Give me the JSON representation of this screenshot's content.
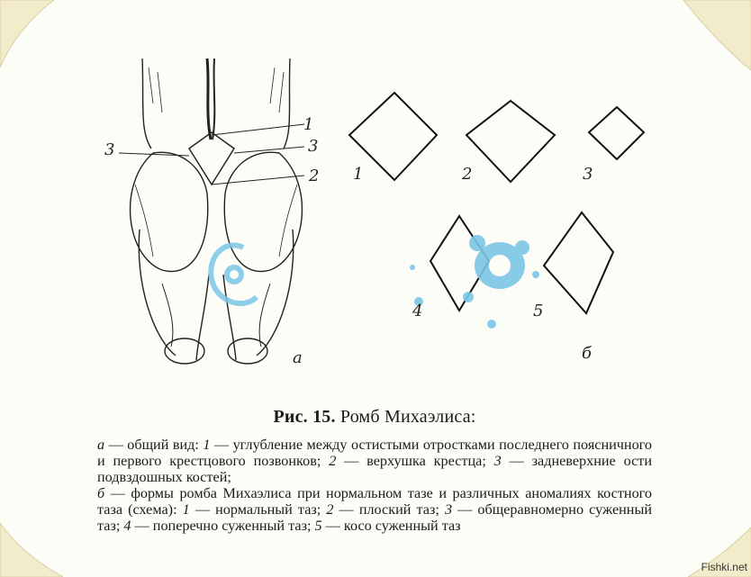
{
  "figure": {
    "part_a_label": "а",
    "part_b_label": "б",
    "a_callouts": [
      "1",
      "3",
      "3",
      "2"
    ],
    "b_shapes": [
      "1",
      "2",
      "3",
      "4",
      "5"
    ]
  },
  "caption": {
    "title_bold": "Рис. 15.",
    "title_rest": " Ромб Михаэлиса:",
    "lines": [
      {
        "prefix": "а",
        "text": " — общий вид: "
      },
      {
        "prefix": "1",
        "text": " — углубление между остистыми отростками последнего поясничного и первого крестцового позвонков; "
      },
      {
        "prefix": "2",
        "text": " — верхушка крестца; "
      },
      {
        "prefix": "3",
        "text": " — задневерхние ости подвздошных костей;"
      },
      {
        "prefix": "б",
        "text": " — формы ромба Михаэлиса при нормальном тазе и различных аномалиях костного таза (схема): "
      },
      {
        "prefix": "1",
        "text": " — нормальный таз; "
      },
      {
        "prefix": "2",
        "text": " — плоский таз; "
      },
      {
        "prefix": "3",
        "text": " — общеравномерно суженный таз; "
      },
      {
        "prefix": "4",
        "text": " — поперечно суженный таз; "
      },
      {
        "prefix": "5",
        "text": " — косо суженный таз"
      }
    ]
  },
  "watermark": "Fishki.net",
  "colors": {
    "background": "#fdfdf8",
    "corner": "#f3eccb",
    "stain": "#7cc6e6"
  }
}
